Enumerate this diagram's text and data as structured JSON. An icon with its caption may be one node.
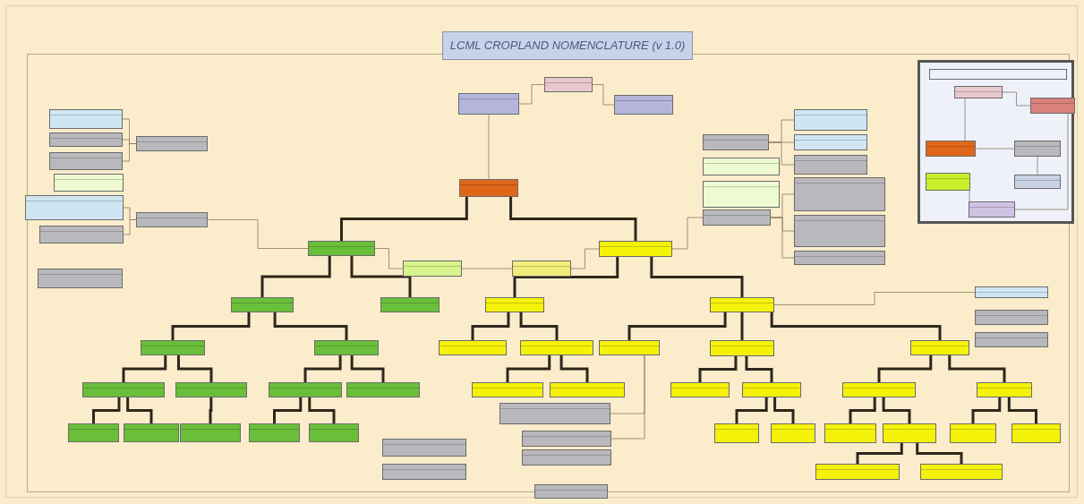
{
  "diagram": {
    "title": "LCML CROPLAND NOMENCLATURE (v 1.0)",
    "nodes": [
      {
        "text": [],
        "shape": "box"
      },
      {
        "text": [],
        "shape": "box"
      },
      {
        "text": [],
        "shape": "box"
      },
      {
        "text": [],
        "shape": "box"
      },
      {
        "text": [],
        "shape": "box"
      },
      {
        "text": [],
        "shape": "box"
      },
      {
        "text": [],
        "shape": "box"
      },
      {
        "text": [],
        "shape": "box"
      },
      {
        "text": [],
        "shape": "box"
      },
      {
        "text": [],
        "shape": "box"
      },
      {
        "text": [],
        "shape": "box"
      },
      {
        "text": [],
        "shape": "box"
      },
      {
        "text": [],
        "shape": "box"
      },
      {
        "text": [],
        "shape": "box"
      },
      {
        "text": [],
        "shape": "box"
      },
      {
        "text": [],
        "shape": "box"
      },
      {
        "text": [],
        "shape": "box"
      },
      {
        "text": [],
        "shape": "box"
      },
      {
        "text": [],
        "shape": "box"
      },
      {
        "text": [],
        "shape": "box"
      },
      {
        "text": [],
        "shape": "box"
      },
      {
        "text": [],
        "shape": "box"
      },
      {
        "text": [],
        "shape": "box"
      },
      {
        "text": [],
        "shape": "box"
      },
      {
        "text": [],
        "shape": "box"
      },
      {
        "text": [],
        "shape": "box"
      },
      {
        "text": [],
        "shape": "box"
      },
      {
        "text": [],
        "shape": "box"
      },
      {
        "text": [],
        "shape": "box"
      },
      {
        "text": [],
        "shape": "box"
      },
      {
        "text": [],
        "shape": "box"
      },
      {
        "text": [],
        "shape": "box"
      },
      {
        "text": [],
        "shape": "box"
      },
      {
        "text": [],
        "shape": "box"
      },
      {
        "text": [],
        "shape": "box"
      },
      {
        "text": [],
        "shape": "box"
      },
      {
        "text": [],
        "shape": "box"
      },
      {
        "text": [],
        "shape": "box"
      },
      {
        "text": [],
        "shape": "box"
      },
      {
        "text": [],
        "shape": "box"
      },
      {
        "text": [],
        "shape": "box"
      },
      {
        "text": [],
        "shape": "box"
      },
      {
        "text": [],
        "shape": "box"
      },
      {
        "text": [],
        "shape": "box"
      },
      {
        "text": [],
        "shape": "box"
      },
      {
        "text": [],
        "shape": "box"
      },
      {
        "text": [],
        "shape": "box"
      },
      {
        "text": [],
        "shape": "box"
      },
      {
        "text": [],
        "shape": "box"
      },
      {
        "text": [],
        "shape": "box"
      },
      {
        "text": [],
        "shape": "box"
      },
      {
        "text": [],
        "shape": "box"
      },
      {
        "text": [],
        "shape": "box"
      },
      {
        "text": [],
        "shape": "box"
      },
      {
        "text": [],
        "shape": "box"
      },
      {
        "text": [],
        "shape": "box"
      },
      {
        "text": [],
        "shape": "box"
      },
      {
        "text": [],
        "shape": "box"
      },
      {
        "text": [],
        "shape": "box"
      },
      {
        "text": [],
        "shape": "box"
      },
      {
        "text": [],
        "shape": "box"
      },
      {
        "text": [],
        "shape": "box"
      },
      {
        "text": [],
        "shape": "box"
      },
      {
        "text": [],
        "shape": "box"
      },
      {
        "text": [],
        "shape": "box"
      },
      {
        "text": [],
        "shape": "box"
      },
      {
        "text": [],
        "shape": "box"
      },
      {
        "text": [],
        "shape": "box"
      },
      {
        "text": [],
        "shape": "box"
      },
      {
        "text": [],
        "shape": "box"
      },
      {
        "text": [],
        "shape": "box"
      },
      {
        "text": [],
        "shape": "box",
        "in": 70
      },
      {
        "text": [],
        "shape": "box",
        "in": 70
      },
      {
        "text": [],
        "shape": "box",
        "in": 70
      },
      {
        "text": [],
        "shape": "box",
        "in": 70
      },
      {
        "text": [],
        "shape": "box",
        "in": 70
      },
      {
        "text": [],
        "shape": "box",
        "in": 70
      },
      {
        "text": [],
        "shape": "box",
        "in": 70
      },
      {
        "text": [],
        "shape": "box",
        "in": 70
      }
    ],
    "edges": [
      {
        "from": 0,
        "to": 4,
        "arrow": "none"
      },
      {
        "from": 0,
        "to": 5,
        "arrow": "none"
      },
      {
        "from": 1,
        "to": 0,
        "arrow": "none",
        "color": "#8a7a62"
      },
      {
        "from": 4,
        "to": 8,
        "arrow": "none"
      },
      {
        "from": 4,
        "to": 9,
        "arrow": "none"
      },
      {
        "from": 8,
        "to": 10,
        "arrow": "none"
      },
      {
        "from": 8,
        "to": 11,
        "arrow": "none"
      },
      {
        "from": 10,
        "to": 12,
        "arrow": "none"
      },
      {
        "from": 10,
        "to": 13,
        "arrow": "none"
      },
      {
        "from": 11,
        "to": 14,
        "arrow": "none"
      },
      {
        "from": 11,
        "to": 15,
        "arrow": "none"
      },
      {
        "from": 12,
        "to": 16,
        "arrow": "none"
      },
      {
        "from": 12,
        "to": 17,
        "arrow": "none"
      },
      {
        "from": 13,
        "to": 18,
        "arrow": "none"
      },
      {
        "from": 14,
        "to": 19,
        "arrow": "none"
      },
      {
        "from": 14,
        "to": 20,
        "arrow": "none"
      },
      {
        "from": 5,
        "to": 21,
        "arrow": "none"
      },
      {
        "from": 5,
        "to": 22,
        "arrow": "none"
      },
      {
        "from": 21,
        "to": 23,
        "arrow": "none"
      },
      {
        "from": 21,
        "to": 24,
        "arrow": "none"
      },
      {
        "from": 24,
        "to": 28,
        "arrow": "none"
      },
      {
        "from": 24,
        "to": 29,
        "arrow": "none"
      },
      {
        "from": 22,
        "to": 25,
        "arrow": "none"
      },
      {
        "from": 22,
        "to": 26,
        "arrow": "none"
      },
      {
        "from": 22,
        "to": 27,
        "arrow": "none"
      },
      {
        "from": 26,
        "to": 30,
        "arrow": "none"
      },
      {
        "from": 26,
        "to": 31,
        "arrow": "none"
      },
      {
        "from": 31,
        "to": 34,
        "arrow": "none"
      },
      {
        "from": 31,
        "to": 35,
        "arrow": "none"
      },
      {
        "from": 27,
        "to": 32,
        "arrow": "none"
      },
      {
        "from": 27,
        "to": 33,
        "arrow": "none"
      },
      {
        "from": 32,
        "to": 36,
        "arrow": "none"
      },
      {
        "from": 32,
        "to": 37,
        "arrow": "none"
      },
      {
        "from": 37,
        "to": 40,
        "arrow": "none"
      },
      {
        "from": 37,
        "to": 41,
        "arrow": "none"
      },
      {
        "from": 33,
        "to": 38,
        "arrow": "none"
      },
      {
        "from": 33,
        "to": 39,
        "arrow": "none"
      },
      {
        "from": 4,
        "to": 6,
        "arrow": "none",
        "color": "#8a7a62"
      },
      {
        "from": 6,
        "to": 7,
        "arrow": "none",
        "color": "#8a7a62"
      },
      {
        "from": 7,
        "to": 5,
        "arrow": "none",
        "color": "#8a7a62"
      },
      {
        "from": 1,
        "to": 2,
        "arrow": "none",
        "color": "#8a7a62"
      },
      {
        "from": 3,
        "to": 2,
        "arrow": "none",
        "color": "#8a7a62"
      },
      {
        "from": 44,
        "to": 42,
        "arrow": "none",
        "color": "#8a7a62"
      },
      {
        "from": 45,
        "to": 42,
        "arrow": "none",
        "color": "#8a7a62"
      },
      {
        "from": 46,
        "to": 42,
        "arrow": "none",
        "color": "#8a7a62"
      },
      {
        "from": 48,
        "to": 43,
        "arrow": "none",
        "color": "#8a7a62"
      },
      {
        "from": 49,
        "to": 43,
        "arrow": "none",
        "color": "#8a7a62"
      },
      {
        "from": 43,
        "to": 4,
        "arrow": "none",
        "color": "#8a7a62"
      },
      {
        "from": 51,
        "to": 55,
        "arrow": "none",
        "color": "#8a7a62"
      },
      {
        "from": 51,
        "to": 56,
        "arrow": "none",
        "color": "#8a7a62"
      },
      {
        "from": 51,
        "to": 57,
        "arrow": "none",
        "color": "#8a7a62"
      },
      {
        "from": 52,
        "to": 58,
        "arrow": "none",
        "color": "#8a7a62"
      },
      {
        "from": 52,
        "to": 59,
        "arrow": "none",
        "color": "#8a7a62"
      },
      {
        "from": 52,
        "to": 60,
        "arrow": "none",
        "color": "#8a7a62"
      },
      {
        "from": 52,
        "to": 5,
        "arrow": "none",
        "color": "#8a7a62"
      },
      {
        "from": 61,
        "to": 22,
        "arrow": "none",
        "color": "#8a7a62"
      },
      {
        "from": 64,
        "to": 25,
        "arrow": "none",
        "color": "#8a7a62"
      },
      {
        "from": 65,
        "to": 25,
        "arrow": "none",
        "color": "#8a7a62"
      },
      {
        "from": 72,
        "to": 73,
        "arrow": "none",
        "color": "#8a7a62"
      },
      {
        "from": 72,
        "to": 74,
        "arrow": "none",
        "color": "#8a7a62"
      },
      {
        "from": 74,
        "to": 75,
        "arrow": "none",
        "color": "#8a7a62"
      },
      {
        "from": 75,
        "to": 77,
        "arrow": "none",
        "color": "#8a7a62"
      },
      {
        "from": 76,
        "to": 78,
        "arrow": "none",
        "color": "#8a7a62"
      },
      {
        "from": 73,
        "to": 78,
        "arrow": "none",
        "color": "#8a7a62"
      }
    ]
  }
}
